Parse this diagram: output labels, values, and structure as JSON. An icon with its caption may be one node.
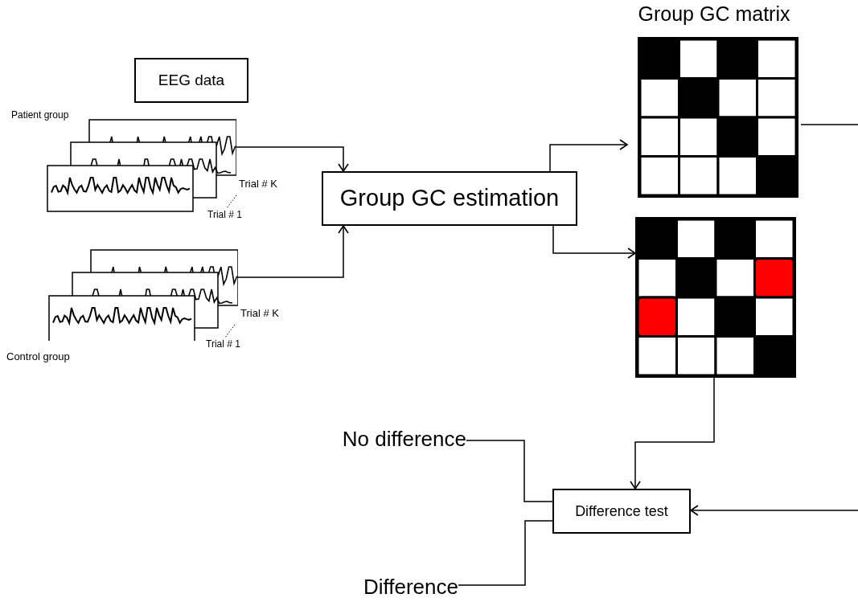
{
  "diagram": {
    "nodes": [
      {
        "text": [
          "EEG data"
        ]
      },
      {
        "text": [],
        "shape": "picture",
        "beside": [
          "Patient group",
          "Trial # K",
          "Trial # 1"
        ]
      },
      {
        "text": [],
        "shape": "picture",
        "beside": [
          "Trial # K",
          "Trial # 1",
          "Control group"
        ]
      },
      {
        "text": [
          "Group GC estimation"
        ]
      },
      {
        "text": [
          "Group GC matrix"
        ]
      },
      {
        "text": [],
        "shape": "box"
      },
      {
        "text": [
          "Difference test"
        ]
      },
      {
        "text": [
          "No difference"
        ]
      },
      {
        "text": [
          "Difference"
        ]
      }
    ],
    "edges": [
      {
        "from": 1,
        "to": 3,
        "arrow": "to"
      },
      {
        "from": 2,
        "to": 3,
        "arrow": "to"
      },
      {
        "from": 3,
        "to": 4,
        "arrow": "to"
      },
      {
        "from": 3,
        "to": 5,
        "arrow": "to"
      },
      {
        "from": 5,
        "to": 6,
        "arrow": "to"
      },
      {
        "from": 4,
        "to": null,
        "arrow": "none"
      },
      {
        "from": null,
        "to": 6,
        "arrow": "to"
      },
      {
        "from": 6,
        "to": 7,
        "arrow": "none"
      },
      {
        "from": 6,
        "to": 8,
        "arrow": "none"
      }
    ]
  }
}
